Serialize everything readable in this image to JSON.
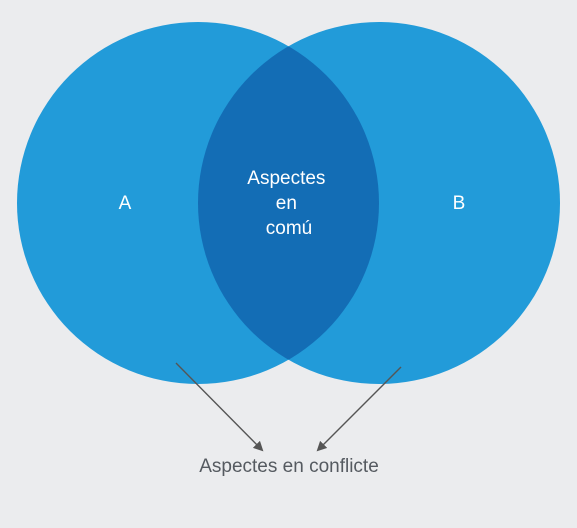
{
  "diagram": {
    "set_a_label": "A",
    "set_b_label": "B",
    "intersection_label": [
      "Aspectes",
      "en",
      "comú"
    ],
    "caption": "Aspectes en conflicte"
  },
  "colors": {
    "background": "#ebecee",
    "circle_fill": "#229bd9",
    "intersection_fill": "#136db5",
    "arrow_color": "#555555",
    "label_text": "#ffffff",
    "caption_text": "#555a60"
  }
}
